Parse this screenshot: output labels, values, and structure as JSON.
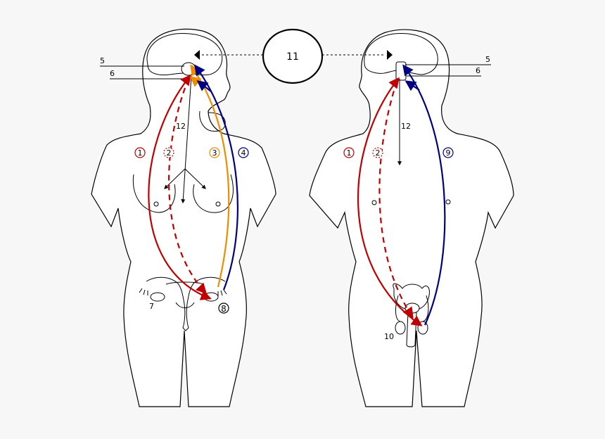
{
  "colors": {
    "red": "#c00000",
    "orange": "#f08c00",
    "navy": "#000080",
    "black": "#000000",
    "background": "#f7f7f7"
  },
  "center": {
    "label": "11"
  },
  "female": {
    "leader_labels": [
      "5",
      "6"
    ],
    "axis_label": "12",
    "ovary_label": "7",
    "target_label": "8",
    "hormones": [
      "1",
      "2",
      "3",
      "4"
    ]
  },
  "male": {
    "leader_labels": [
      "5",
      "6"
    ],
    "axis_label": "12",
    "testis_label": "10",
    "hormones": [
      "1",
      "2",
      "9"
    ]
  }
}
